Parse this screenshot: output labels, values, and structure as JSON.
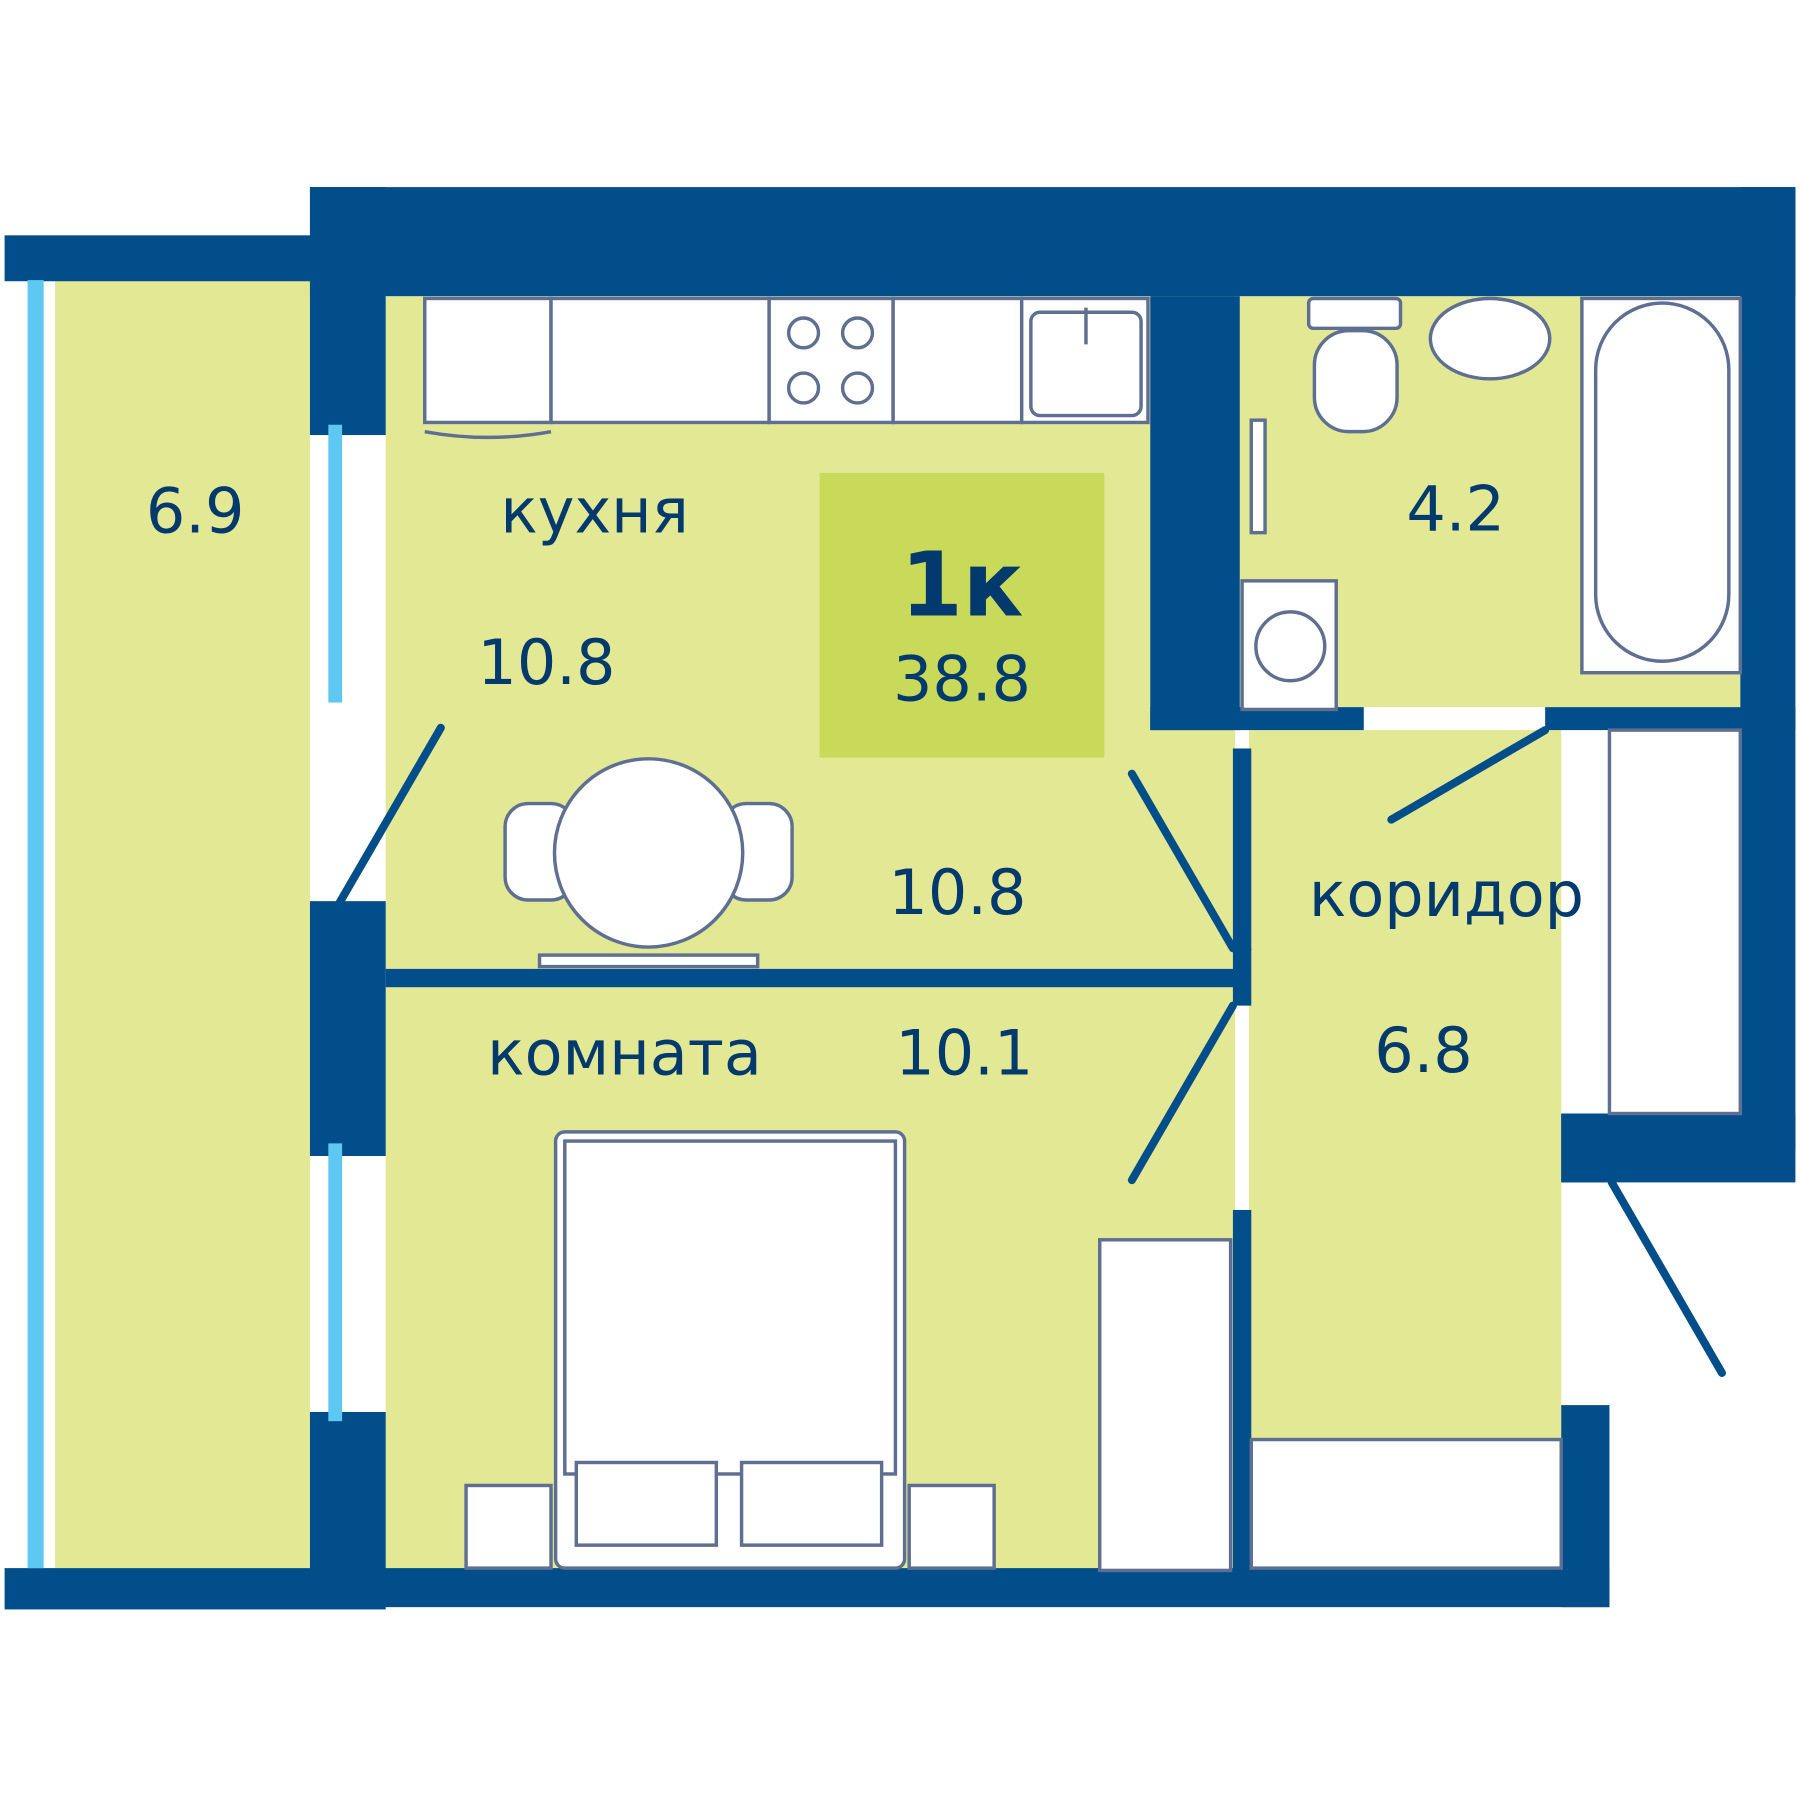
{
  "plan": {
    "type_label": "1к",
    "total_area": "38.8",
    "colors": {
      "wall": "#024e8a",
      "floor": "#e3e894",
      "badge": "#c9d95a",
      "window": "#5ec8f2",
      "text": "#023a6e"
    },
    "rooms": [
      {
        "id": "balcony",
        "name": "",
        "area": "6.9"
      },
      {
        "id": "kitchen",
        "name": "кухня",
        "area": "10.8"
      },
      {
        "id": "kitchen_dining",
        "name": "",
        "area": "10.8"
      },
      {
        "id": "bathroom",
        "name": "",
        "area": "4.2"
      },
      {
        "id": "room",
        "name": "комната",
        "area": "10.1"
      },
      {
        "id": "corridor",
        "name": "коридор",
        "area": "6.8"
      }
    ]
  }
}
